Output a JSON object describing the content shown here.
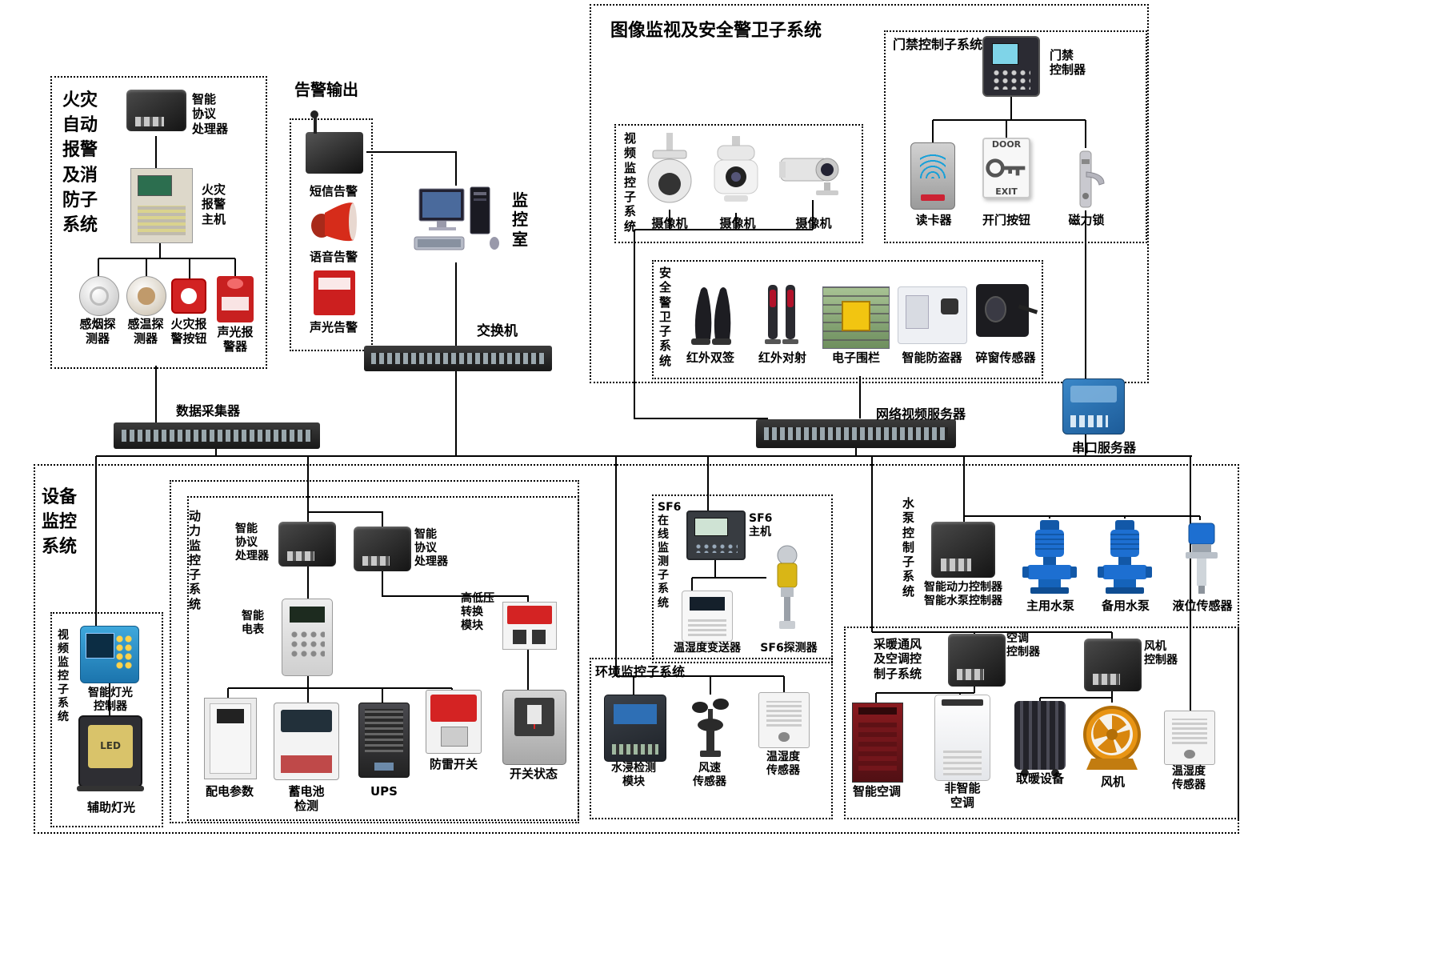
{
  "colors": {
    "line": "#000000",
    "alarm_red": "#cc2222",
    "device_blue": "#1d6fd1",
    "fan_orange": "#e89413"
  },
  "fire": {
    "title": "火灾\n自动\n报警\n及消\n防子\n系统",
    "processor_label": "智能\n协议\n处理器",
    "host_label": "火灾\n报警\n主机",
    "smoke_label": "感烟探\n测器",
    "heat_label": "感温探\n测器",
    "button_label": "火灾报\n警按钮",
    "sounder_label": "声光报\n警器"
  },
  "alarm_output": {
    "title": "告警输出",
    "sms_label": "短信告警",
    "voice_label": "语音告警",
    "soundlight_label": "声光告警"
  },
  "control_room_label": "监\n控\n室",
  "switch_label": "交换机",
  "collector_label": "数据采集器",
  "nvs_label": "网络视频服务器",
  "serial_label": "串口服务器",
  "surveillance": {
    "title": "图像监视及安全警卫子系统",
    "video_sub_label": "视\n频\n监\n控\n子\n系\n统",
    "camera1_label": "摄像机",
    "camera2_label": "摄像机",
    "camera3_label": "摄像机",
    "access_title": "门禁控制子系统",
    "access_controller_label": "门禁\n控制器",
    "reader_label": "读卡器",
    "door_button_label": "开门按钮",
    "door_button_text": "DOOR",
    "door_button_text2": "EXIT",
    "maglock_label": "磁力锁",
    "security_sub_label": "安\n全\n警\n卫\n子\n系\n统",
    "ir_dual_label": "红外双签",
    "ir_beam_label": "红外对射",
    "fence_label": "电子围栏",
    "antitheft_label": "智能防盗器",
    "window_sensor_label": "碎窗传感器"
  },
  "equipment": {
    "title": "设备\n监控\n系统",
    "power": {
      "title": "动\n力\n监\n控\n子\n系\n统",
      "proc1_label": "智能\n协议\n处理器",
      "proc2_label": "智能\n协议\n处理器",
      "meter_label": "智能\n电表",
      "hlv_label": "高低压\n转换\n模块",
      "dist_label": "配电参数",
      "battery_label": "蓄电池\n检测",
      "ups_label": "UPS",
      "arrester_label": "防雷开关",
      "breaker_label": "开关状态"
    },
    "lighting": {
      "title": "视\n频\n监\n控\n子\n系\n统",
      "controller_label": "智能灯光\n控制器",
      "led_text": "LED",
      "aux_label": "辅助灯光"
    },
    "sf6": {
      "title": "SF6\n在\n线\n监\n测\n子\n系\n统",
      "host_label": "SF6\n主机",
      "transmitter_label": "温湿度变送器",
      "detector_label": "SF6探测器"
    },
    "env": {
      "title": "环境监控子系统",
      "water_label": "水浸检测\n模块",
      "wind_label": "风速\n传感器",
      "th_label": "温湿度\n传感器"
    },
    "pump": {
      "title": "水\n泵\n控\n制\n子\n系\n统",
      "controller_label": "智能动力控制器\n智能水泵控制器",
      "main_label": "主用水泵",
      "backup_label": "备用水泵",
      "level_label": "液位传感器"
    },
    "hvac": {
      "title": "采暖通风\n及空调控\n制子系统",
      "ac_ctrl_label": "空调\n控制器",
      "fan_ctrl_label": "风机\n控制器",
      "smart_ac_label": "智能空调",
      "ac_label": "非智能\n空调",
      "heater_label": "取暖设备",
      "fan_label": "风机",
      "th_label": "温湿度\n传感器"
    }
  }
}
